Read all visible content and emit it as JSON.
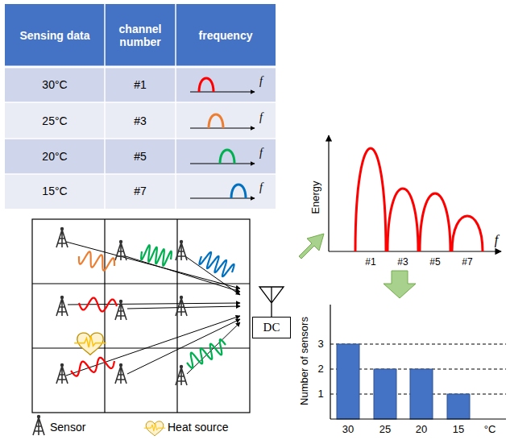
{
  "diagram": {
    "nodes": [
      {
        "text": [
          "DC"
        ]
      }
    ],
    "labels": [
      "Sensing data",
      "channel number",
      "frequency",
      "30°C",
      "#1",
      "f",
      "25°C",
      "#3",
      "f",
      "20°C",
      "#5",
      "f",
      "15°C",
      "#7",
      "f",
      "Energy",
      "f",
      "#1",
      "#3",
      "#5",
      "#7",
      "Number of sensors",
      "3",
      "2",
      "1",
      "30",
      "25",
      "20",
      "15",
      "°C"
    ],
    "legend": [
      {
        "text": "Sensor"
      },
      {
        "text": "Heat source"
      }
    ]
  }
}
